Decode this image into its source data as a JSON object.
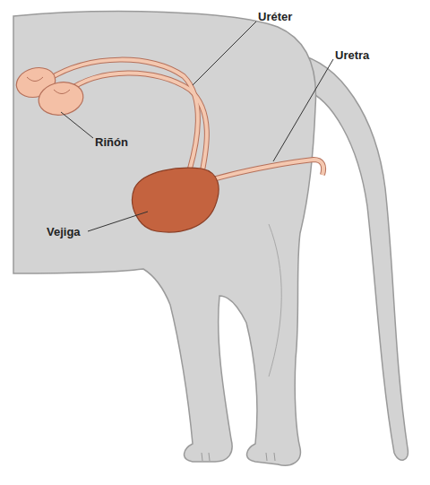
{
  "diagram": {
    "labels": [
      "Uréter",
      "Uretra",
      "Riñón",
      "Vejiga"
    ]
  }
}
